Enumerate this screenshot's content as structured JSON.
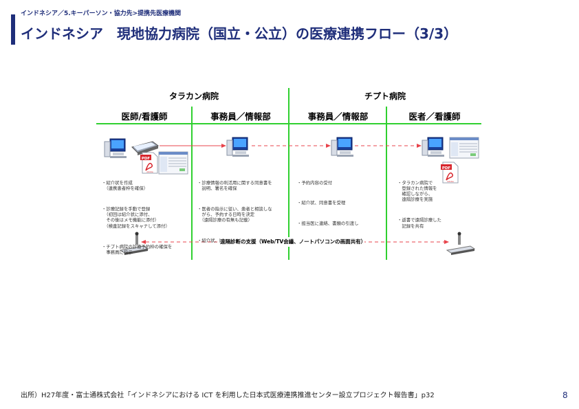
{
  "breadcrumb": "インドネシア／5.キーパーソン・協力先>提携先医療機関",
  "title": "インドネシア　現地協力病院（国立・公立）の医療連携フロー（3/3）",
  "diagram": {
    "hospitals": [
      "タラカン病院",
      "チプト病院"
    ],
    "roles": [
      "医師/看護師",
      "事務員／情報部",
      "事務員／情報部",
      "医者／看護師"
    ],
    "notes": [
      [
        "・紹介状を作成\n　（連携患者枠を確保）",
        "・診療記録を手動で登録\n　（初回は紹介状に添付、\n　その後はメモ機能に添付）\n　（検査記録をスキャナして添付）",
        "・チプト病院の診療予約枠の確保を\n　事務員に指示"
      ],
      [
        "・診療情報の利活用に関する同意書を\n　説明、署名を確保",
        "・医者の指示に従い、患者と相談しな\n　がら、予約する日時を決定\n　（遠隔診療の有無も記載）",
        "・紹介状、同意書を手動で登録"
      ],
      [
        "・予約内容の受付",
        "・紹介状、同意書を受理",
        "・担当医に連絡、書類の引渡し"
      ],
      [
        "・タラカン病院で\n　登録された情報を\n　確認しながら、\n　遠隔診療を実施",
        "・返書で遠隔診療した\n　記録を共有"
      ]
    ],
    "remote_support": "遠隔診断の支援（Web/TV会議、ノートパソコンの画面共有）",
    "pdf_label": "PDF",
    "adobe_label": "Adobe",
    "colors": {
      "divider": "#2fd02f",
      "arrow": "#e8434b",
      "navy": "#1f2e7a"
    }
  },
  "footer": {
    "source": "出所）H27年度・富士通株式会社「インドネシアにおける ICT を利用した日本式医療連携推進センター設立プロジェクト報告書」p32",
    "page_number": "8"
  }
}
